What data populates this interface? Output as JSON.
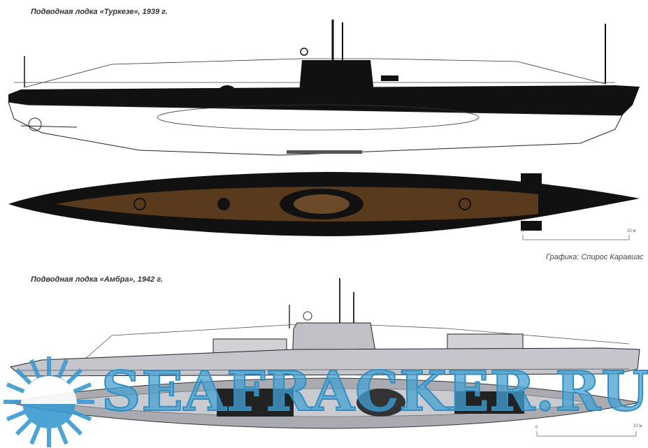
{
  "drawing1": {
    "caption": "Подводная лодка «Туркезе», 1939 г.",
    "scale_start": "0",
    "scale_end": "10 м"
  },
  "credit": "Графика: Спирос Каравиас",
  "drawing2": {
    "caption": "Подводная лодка «Амбра», 1942 г.",
    "scale_start": "0",
    "scale_end": "10 м"
  },
  "watermark": "SEAFRACKER.RU",
  "colors": {
    "hull_dark": "#111111",
    "deck_wood": "#5a3a1c",
    "hull_gray": "#c4c6cc",
    "watermark": "#3a9ad0"
  }
}
